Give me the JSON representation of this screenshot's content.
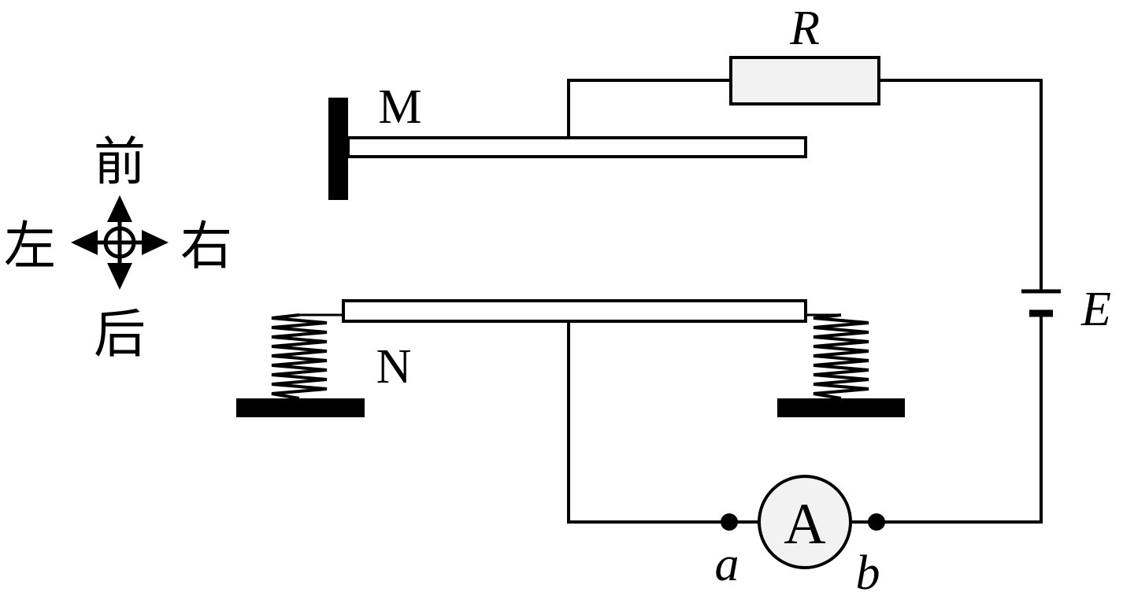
{
  "labels": {
    "plate_top": "M",
    "plate_bottom": "N",
    "resistor": "R",
    "source": "E",
    "ammeter": "A",
    "terminal_a": "a",
    "terminal_b": "b"
  },
  "compass": {
    "front": "前",
    "back": "后",
    "left": "左",
    "right": "右"
  },
  "colors": {
    "ink": "#000000",
    "component_fill": "#f2f2f2",
    "plate_fill": "#ffffff"
  }
}
